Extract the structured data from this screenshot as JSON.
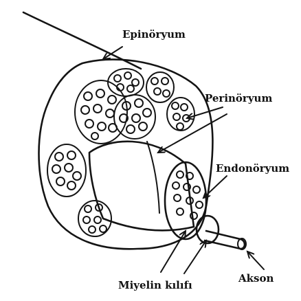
{
  "labels": {
    "epineurium": "Epinöryum",
    "perineurium": "Perinöryum",
    "endoneurium": "Endonöryum",
    "myelin": "Miyelin kılıfı",
    "axon": "Akson"
  },
  "colors": {
    "ink": "#141414",
    "background": "#ffffff"
  }
}
